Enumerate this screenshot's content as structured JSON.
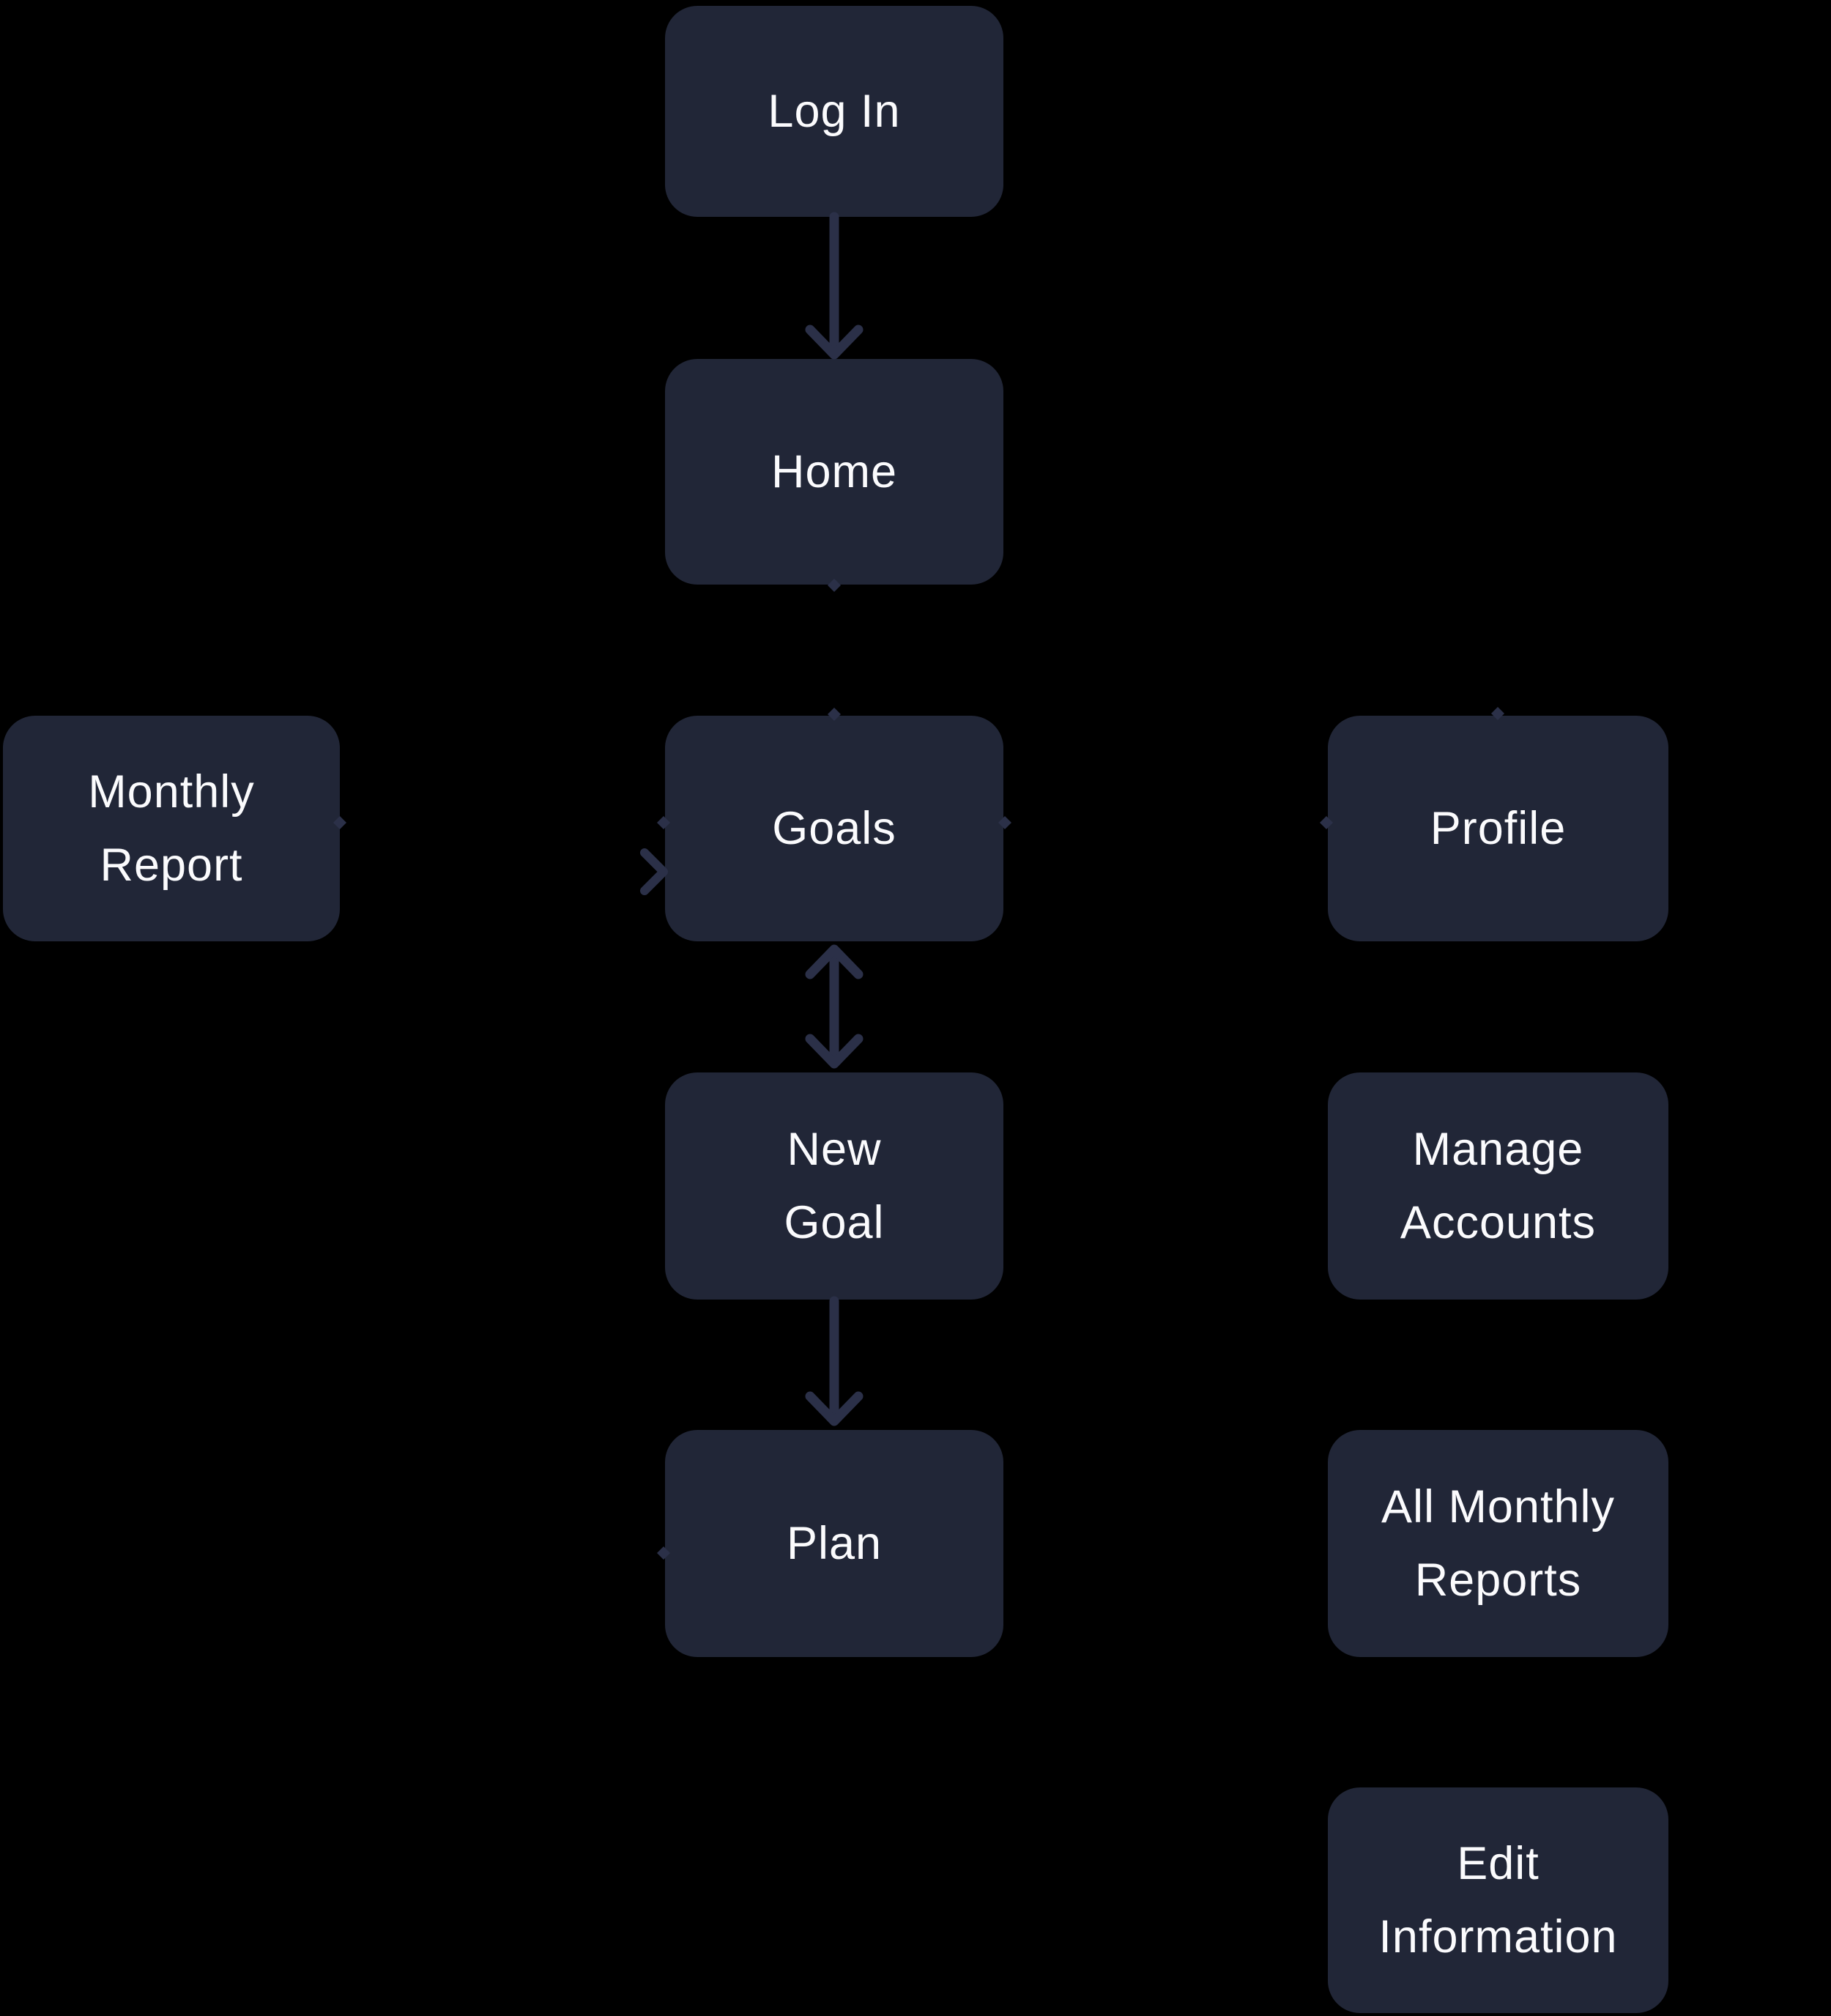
{
  "diagram": {
    "type": "sitemap-flowchart",
    "nodes": {
      "login": {
        "label": "Log In"
      },
      "home": {
        "label": "Home"
      },
      "monthly_report": {
        "label": "Monthly\nReport"
      },
      "goals": {
        "label": "Goals"
      },
      "profile": {
        "label": "Profile"
      },
      "new_goal": {
        "label": "New\nGoal"
      },
      "manage_accounts": {
        "label": "Manage\nAccounts"
      },
      "plan": {
        "label": "Plan"
      },
      "all_monthly_reports": {
        "label": "All Monthly\nReports"
      },
      "edit_information": {
        "label": "Edit\nInformation"
      }
    },
    "edges": [
      {
        "from": "Log In",
        "to": "Home",
        "style": "arrow-down"
      },
      {
        "from": "Goals",
        "to": "New Goal",
        "style": "double-headed-arrow"
      },
      {
        "from": "New Goal",
        "to": "Plan",
        "style": "arrow-down"
      },
      {
        "from": "unlabeled-left-line",
        "to": "Goals",
        "style": "arrowhead-into-left-edge"
      }
    ],
    "connector_dots": [
      "Home bottom",
      "Goals top",
      "Goals left",
      "Goals right",
      "Monthly Report right",
      "Profile top",
      "Profile left",
      "Plan left"
    ],
    "colors": {
      "background": "#000000",
      "node_fill": "#212637",
      "connector": "#2B3048",
      "text": "#FBFBFD"
    }
  }
}
